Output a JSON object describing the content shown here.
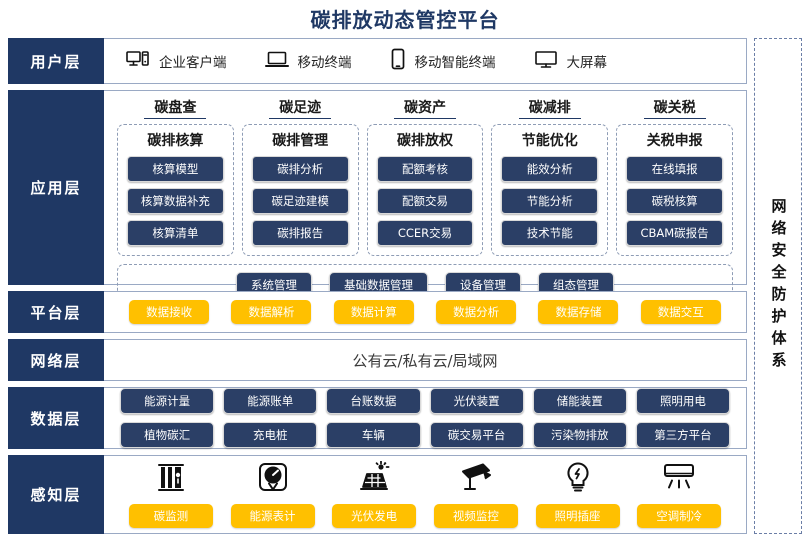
{
  "title": "碳排放动态管控平台",
  "security_band": {
    "label": "网络安全防护体系"
  },
  "layers": {
    "user": {
      "name": "用户层"
    },
    "app": {
      "name": "应用层"
    },
    "platform": {
      "name": "平台层"
    },
    "network": {
      "name": "网络层",
      "text": "公有云/私有云/局域网"
    },
    "data": {
      "name": "数据层"
    },
    "sense": {
      "name": "感知层"
    }
  },
  "user_items": [
    {
      "icon": "desktop-tower-icon",
      "label": "企业客户端"
    },
    {
      "icon": "laptop-icon",
      "label": "移动终端"
    },
    {
      "icon": "smartphone-icon",
      "label": "移动智能终端"
    },
    {
      "icon": "monitor-icon",
      "label": "大屏幕"
    }
  ],
  "app_groups": [
    {
      "title": "碳盘查",
      "card": "碳排核算",
      "items": [
        "核算模型",
        "核算数据补充",
        "核算清单"
      ]
    },
    {
      "title": "碳足迹",
      "card": "碳排管理",
      "items": [
        "碳排分析",
        "碳足迹建模",
        "碳排报告"
      ]
    },
    {
      "title": "碳资产",
      "card": "碳排放权",
      "items": [
        "配额考核",
        "配额交易",
        "CCER交易"
      ]
    },
    {
      "title": "碳减排",
      "card": "节能优化",
      "items": [
        "能效分析",
        "节能分析",
        "技术节能"
      ]
    },
    {
      "title": "碳关税",
      "card": "关税申报",
      "items": [
        "在线填报",
        "碳税核算",
        "CBAM碳报告"
      ]
    }
  ],
  "app_common": [
    "系统管理",
    "基础数据管理",
    "设备管理",
    "组态管理"
  ],
  "platform_items": [
    "数据接收",
    "数据解析",
    "数据计算",
    "数据分析",
    "数据存储",
    "数据交互"
  ],
  "data_rows": [
    [
      "能源计量",
      "能源账单",
      "台账数据",
      "光伏装置",
      "储能装置",
      "照明用电"
    ],
    [
      "植物碳汇",
      "充电桩",
      "车辆",
      "碳交易平台",
      "污染物排放",
      "第三方平台"
    ]
  ],
  "sense_items": [
    {
      "icon": "carbon-monitor-icon",
      "label": "碳监测"
    },
    {
      "icon": "energy-meter-icon",
      "label": "能源表计"
    },
    {
      "icon": "solar-panel-icon",
      "label": "光伏发电"
    },
    {
      "icon": "cctv-camera-icon",
      "label": "视频监控"
    },
    {
      "icon": "light-bulb-icon",
      "label": "照明插座"
    },
    {
      "icon": "air-conditioner-icon",
      "label": "空调制冷"
    }
  ],
  "colors": {
    "navy": "#1f3864",
    "chip_navy": "#2b3f66",
    "yellow": "#ffc000",
    "border": "#9aa9c4"
  }
}
